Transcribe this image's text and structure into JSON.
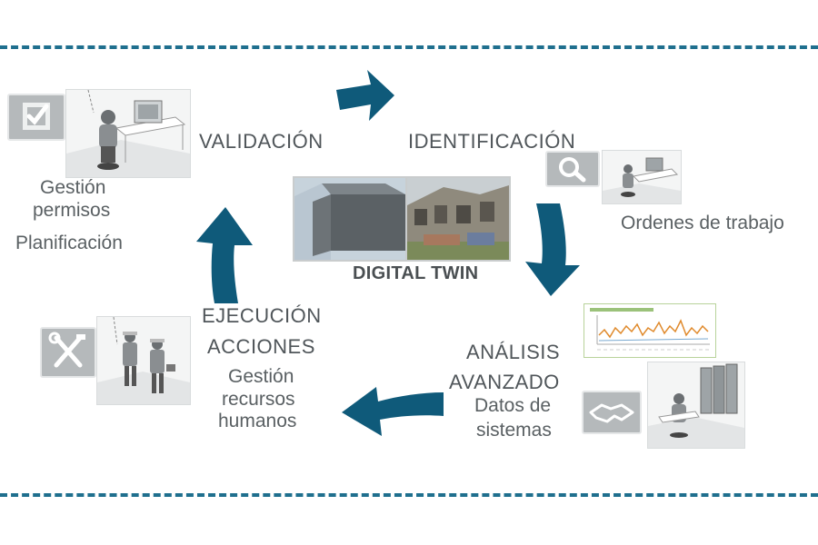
{
  "center": {
    "title": "DIGITAL TWIN"
  },
  "stages": {
    "validacion": "VALIDACIÓN",
    "identificacion": "IDENTIFICACIÓN",
    "analisis_1": "ANÁLISIS",
    "analisis_2": "AVANZADO",
    "ejecucion_1": "EJECUCIÓN",
    "ejecucion_2": "ACCIONES"
  },
  "subtexts": {
    "gestion_permisos_1": "Gestión",
    "gestion_permisos_2": "permisos",
    "planificacion": "Planificación",
    "ordenes": "Ordenes de trabajo",
    "datos_1": "Datos de",
    "datos_2": "sistemas",
    "rrhh_1": "Gestión",
    "rrhh_2": "recursos",
    "rrhh_3": "humanos"
  },
  "icons": {
    "validation": "checkbox-icon",
    "identification": "magnifier-icon",
    "analysis": "handshake-icon",
    "execution": "tools-icon"
  },
  "colors": {
    "arrow": "#0f5a7a",
    "dash": "#1f6f8e",
    "text": "#555b5e"
  }
}
